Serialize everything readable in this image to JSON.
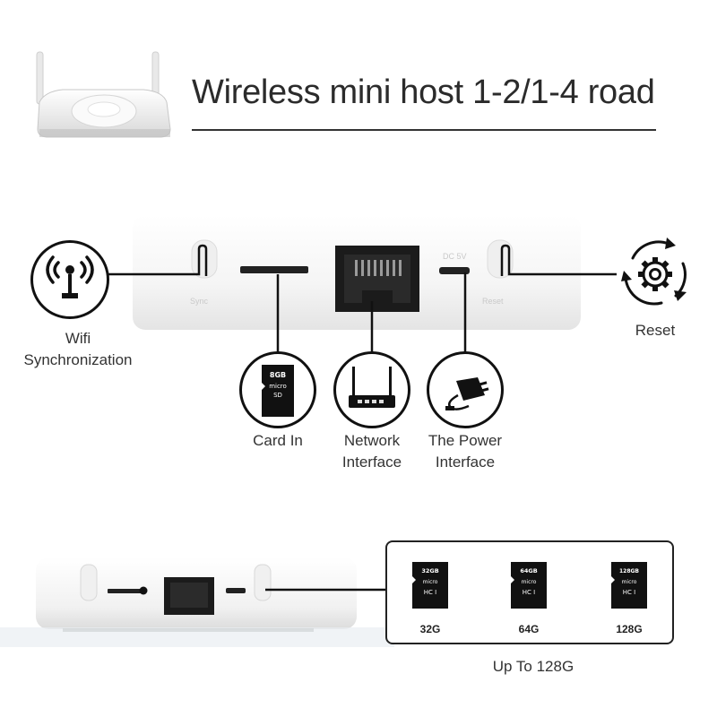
{
  "title": "Wireless mini host 1-2/1-4 road",
  "features": {
    "wifi": {
      "line1": "Wifi",
      "line2": "Synchronization",
      "icon": "wifi-broadcast-icon"
    },
    "reset": {
      "label": "Reset",
      "icon": "gear-cycle-icon"
    },
    "card_in": {
      "label": "Card In",
      "icon": "microsd-card-icon",
      "card_text": "8GB"
    },
    "network": {
      "line1": "Network",
      "line2": "Interface",
      "icon": "router-icon"
    },
    "power": {
      "line1": "The Power",
      "line2": "Interface",
      "icon": "power-adapter-icon"
    }
  },
  "device_ports": {
    "sync": "Sync",
    "dc": "DC 5V",
    "reset": "Reset"
  },
  "cards": {
    "caption": "Up To 128G",
    "items": [
      {
        "label": "32G",
        "card_text": "32GB"
      },
      {
        "label": "64G",
        "card_text": "64GB"
      },
      {
        "label": "128G",
        "card_text": "128GB"
      }
    ]
  },
  "colors": {
    "device_white": "#f4f4f4",
    "outline": "#111111",
    "port_black": "#1b1b1b"
  }
}
